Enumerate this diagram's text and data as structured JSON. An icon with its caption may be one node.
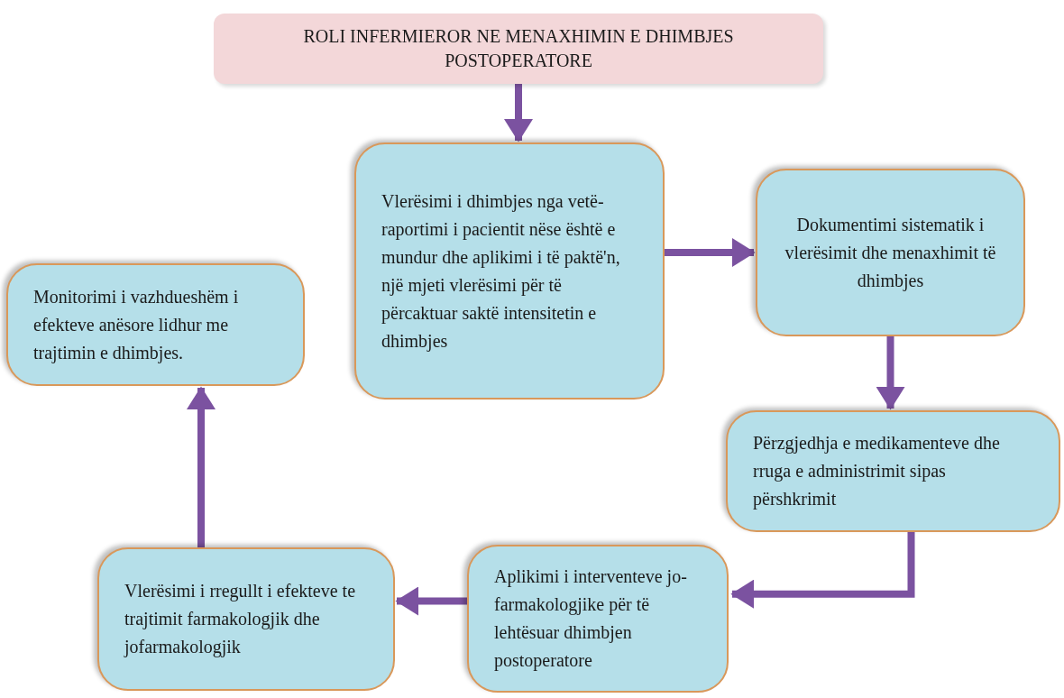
{
  "diagram": {
    "nodes": [
      {
        "text": [
          "ROLI INFERMIEROR NE MENAXHIMIN E DHIMBJES POSTOPERATORE"
        ]
      },
      {
        "text": [
          "Vlerësimi i dhimbjes nga vetë-raportimi i pacientit nëse është e mundur dhe aplikimi i të paktë'n,  një mjeti vlerësimi për të përcaktuar saktë intensitetin e dhimbjes"
        ]
      },
      {
        "text": [
          "Dokumentimi sistematik  i vlerësimit dhe menaxhimit të dhimbjes"
        ]
      },
      {
        "text": [
          "Përzgjedhja e  medikamenteve dhe  rruga e administrimit  sipas përshkrimit"
        ]
      },
      {
        "text": [
          "Aplikimi i interventeve jo-farmakologjike për të lehtësuar dhimbjen postoperatore"
        ]
      },
      {
        "text": [
          "Vlerësimi i rregullt i efekteve te trajtimit farmakologjik dhe jofarmakologjik"
        ]
      },
      {
        "text": [
          "Monitorimi i vazhdueshëm i efekteve anësore lidhur me trajtimin e dhimbjes."
        ]
      }
    ],
    "edges": [
      {
        "from": 0,
        "to": 1,
        "arrow": "to"
      },
      {
        "from": 1,
        "to": 2,
        "arrow": "to"
      },
      {
        "from": 2,
        "to": 3,
        "arrow": "to"
      },
      {
        "from": 3,
        "to": 4,
        "arrow": "to"
      },
      {
        "from": 4,
        "to": 5,
        "arrow": "to"
      },
      {
        "from": 5,
        "to": 6,
        "arrow": "to"
      }
    ]
  }
}
